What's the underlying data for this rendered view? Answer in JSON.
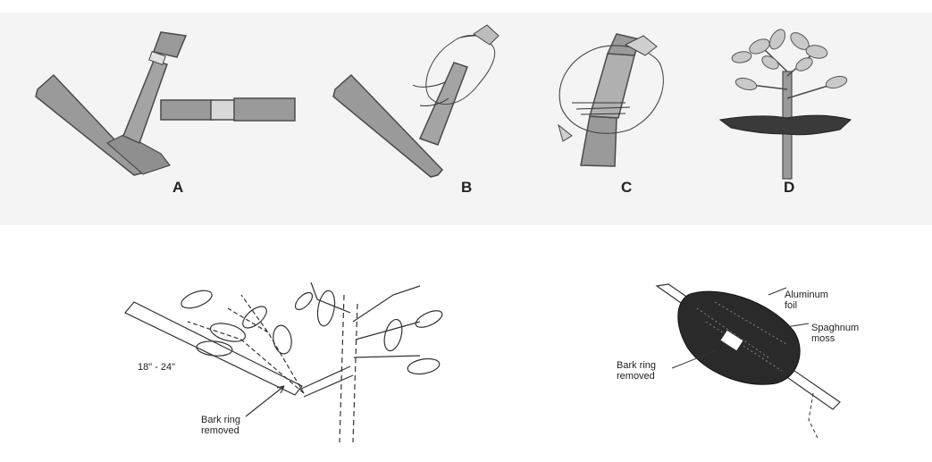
{
  "panels": {
    "a": {
      "letter": "A"
    },
    "b": {
      "letter": "B"
    },
    "c": {
      "letter": "C"
    },
    "d": {
      "letter": "D"
    }
  },
  "branch_diagram": {
    "distance": "18\" - 24\"",
    "bark_ring_line1": "Bark ring",
    "bark_ring_line2": "removed"
  },
  "wrap_diagram": {
    "foil_line1": "Aluminum",
    "foil_line2": "foil",
    "moss_line1": "Spaghnum",
    "moss_line2": "moss",
    "bark_ring_line1": "Bark ring",
    "bark_ring_line2": "removed"
  },
  "colors": {
    "stem_fill": "#9a9a9a",
    "stem_stroke": "#4a4a4a",
    "moss_fill": "#2a2a2a",
    "line": "#333333"
  }
}
